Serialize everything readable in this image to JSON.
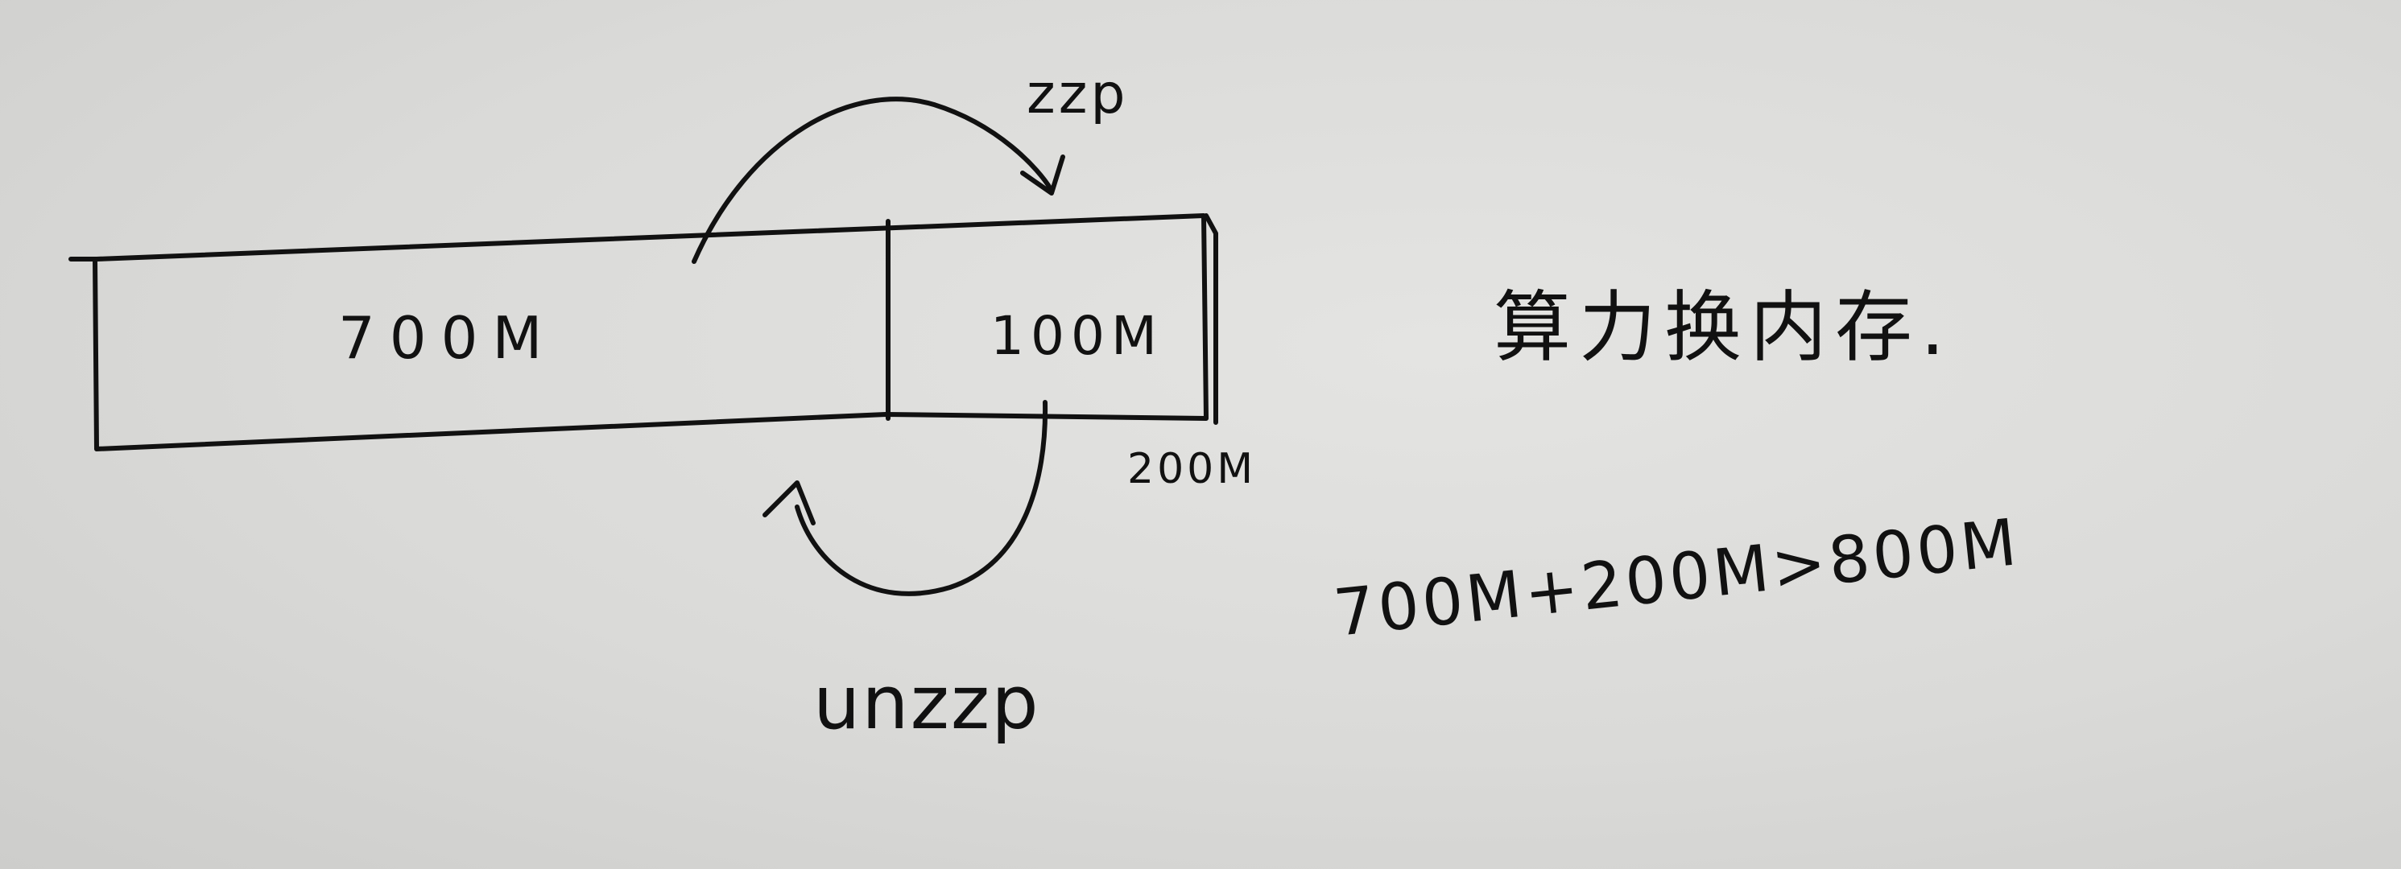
{
  "diagram": {
    "left_block": "700M",
    "right_block": "100M",
    "total_mark": "200M",
    "top_arrow": "zzp",
    "bottom_arrow": "unzzp",
    "note_title": "算力换内存.",
    "equation": "700M+200M>800M"
  }
}
